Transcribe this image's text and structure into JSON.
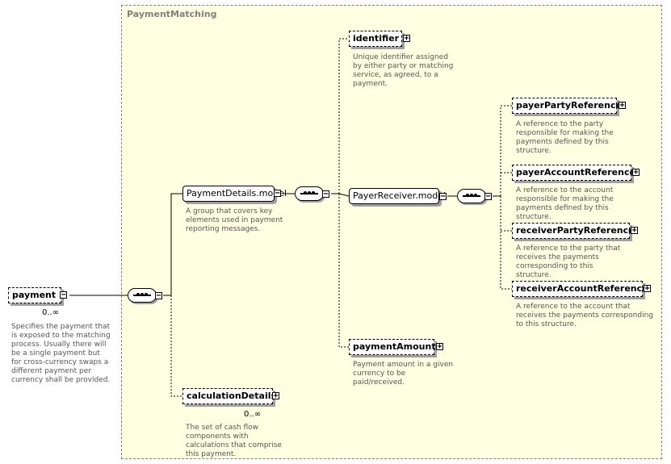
{
  "group": {
    "title": "PaymentMatching"
  },
  "nodes": {
    "payment": {
      "label": "payment",
      "cardinality": "0..∞",
      "description": "Specifies the payment that is exposed to the matching process. Usually there will be a single payment but for cross-currency swaps a different payment per currency shall be provided."
    },
    "paymentDetails": {
      "label": "PaymentDetails.model",
      "description": "A group that covers key elements used in payment reporting messages."
    },
    "calculationDetails": {
      "label": "calculationDetails",
      "cardinality": "0..∞",
      "description": "The set of cash flow components with calculations that comprise this payment."
    },
    "identifier": {
      "label": "identifier",
      "description": "Unique identifier assigned by either party or matching service, as agreed, to a payment."
    },
    "payerReceiver": {
      "label": "PayerReceiver.model"
    },
    "paymentAmount": {
      "label": "paymentAmount",
      "description": "Payment amount in a given currency to be paid/received."
    },
    "payerPartyReference": {
      "label": "payerPartyReference",
      "description": "A reference to the party responsible for making the payments defined by this structure."
    },
    "payerAccountReference": {
      "label": "payerAccountReference",
      "description": "A reference to the account responsible for making the payments defined by this structure."
    },
    "receiverPartyReference": {
      "label": "receiverPartyReference",
      "description": "A reference to the party that receives the payments corresponding to this structure."
    },
    "receiverAccountReference": {
      "label": "receiverAccountReference",
      "description": "A reference to the account that receives the payments corresponding to this structure."
    }
  },
  "toggles": {
    "collapse": "−",
    "expand": "+"
  }
}
